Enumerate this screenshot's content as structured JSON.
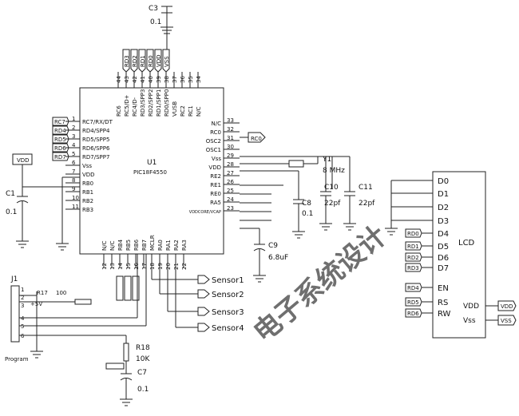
{
  "mcu": {
    "ref": "U1",
    "part": "PIC18F4550",
    "top_pins": [
      {
        "num": "44",
        "name": "RC6"
      },
      {
        "num": "43",
        "name": "RC5/D+"
      },
      {
        "num": "42",
        "name": "RC4/D-"
      },
      {
        "num": "41",
        "name": "RD3/SPP3"
      },
      {
        "num": "40",
        "name": "RD2/SPP2"
      },
      {
        "num": "39",
        "name": "RD1/SPP1"
      },
      {
        "num": "38",
        "name": "RD0/SPP0"
      },
      {
        "num": "37",
        "name": "VUSB"
      },
      {
        "num": "36",
        "name": "RC2"
      },
      {
        "num": "35",
        "name": "RC1"
      },
      {
        "num": "34",
        "name": "N/C"
      }
    ],
    "left_pins": [
      {
        "num": "1",
        "name": "RC7/RX/DT"
      },
      {
        "num": "2",
        "name": "RD4/SPP4"
      },
      {
        "num": "3",
        "name": "RD5/SPP5"
      },
      {
        "num": "4",
        "name": "RD6/SPP6"
      },
      {
        "num": "5",
        "name": "RD7/SPP7"
      },
      {
        "num": "6",
        "name": "Vss"
      },
      {
        "num": "7",
        "name": "VDD"
      },
      {
        "num": "8",
        "name": "RB0"
      },
      {
        "num": "9",
        "name": "RB1"
      },
      {
        "num": "10",
        "name": "RB2"
      },
      {
        "num": "11",
        "name": "RB3"
      }
    ],
    "right_pins": [
      {
        "num": "33",
        "name": "N/C"
      },
      {
        "num": "32",
        "name": "RC0"
      },
      {
        "num": "31",
        "name": "OSC2"
      },
      {
        "num": "30",
        "name": "OSC1"
      },
      {
        "num": "29",
        "name": "Vss"
      },
      {
        "num": "28",
        "name": "VDD"
      },
      {
        "num": "27",
        "name": "RE2"
      },
      {
        "num": "26",
        "name": "RE1"
      },
      {
        "num": "25",
        "name": "RE0"
      },
      {
        "num": "24",
        "name": "RA5"
      },
      {
        "num": "23",
        "name": "VDDCORE/VCAP"
      }
    ],
    "bottom_pins": [
      {
        "num": "12",
        "name": "N/C"
      },
      {
        "num": "13",
        "name": "N/C"
      },
      {
        "num": "14",
        "name": "RB4"
      },
      {
        "num": "15",
        "name": "RB5"
      },
      {
        "num": "16",
        "name": "RB6"
      },
      {
        "num": "17",
        "name": "RB7"
      },
      {
        "num": "18",
        "name": "MCLR"
      },
      {
        "num": "19",
        "name": "RA0"
      },
      {
        "num": "20",
        "name": "RA1"
      },
      {
        "num": "21",
        "name": "RA2"
      },
      {
        "num": "22",
        "name": "RA3"
      }
    ]
  },
  "port_tags": {
    "left": [
      "RC7",
      "RD4",
      "RD5",
      "RD6",
      "RD7"
    ],
    "rc0": "RC0",
    "top": [
      "RD3",
      "RD2",
      "RD1",
      "RD0",
      "VDD",
      "VSS"
    ],
    "lcd_data": [
      "RD0",
      "RD1",
      "RD2",
      "RD3"
    ],
    "lcd_ctrl": [
      "RD4",
      "RD5",
      "RD6"
    ]
  },
  "power_tags": {
    "vdd_left": "VDD",
    "lcd_vdd": "VDD",
    "lcd_vss": "VSS"
  },
  "lcd": {
    "title": "LCD",
    "pins": [
      "D0",
      "D1",
      "D2",
      "D3",
      "D4",
      "D5",
      "D6",
      "D7",
      "EN",
      "RS",
      "RW"
    ],
    "vdd": "VDD",
    "vss": "Vss"
  },
  "components": {
    "c3": {
      "ref": "C3",
      "value": "0.1"
    },
    "c1": {
      "ref": "C1",
      "value": "0.1"
    },
    "c8": {
      "ref": "C8",
      "value": "0.1"
    },
    "c9": {
      "ref": "C9",
      "value": "6.8uF"
    },
    "c10": {
      "ref": "C10",
      "value": "22pf"
    },
    "c11": {
      "ref": "C11",
      "value": "22pf"
    },
    "c7": {
      "ref": "C7",
      "value": "0.1"
    },
    "y1": {
      "ref": "Y1",
      "value": "8 MHz"
    },
    "r17": {
      "ref": "R17",
      "value": "100"
    },
    "r18": {
      "ref": "R18",
      "value": "10K"
    }
  },
  "sensors": [
    "Sensor1",
    "Sensor2",
    "Sensor3",
    "Sensor4"
  ],
  "connector": {
    "ref": "J1",
    "label": "Program",
    "pins": [
      "1",
      "2",
      "3",
      "4",
      "5",
      "6"
    ],
    "v5": "+5V"
  },
  "watermark": "电子系统设计"
}
